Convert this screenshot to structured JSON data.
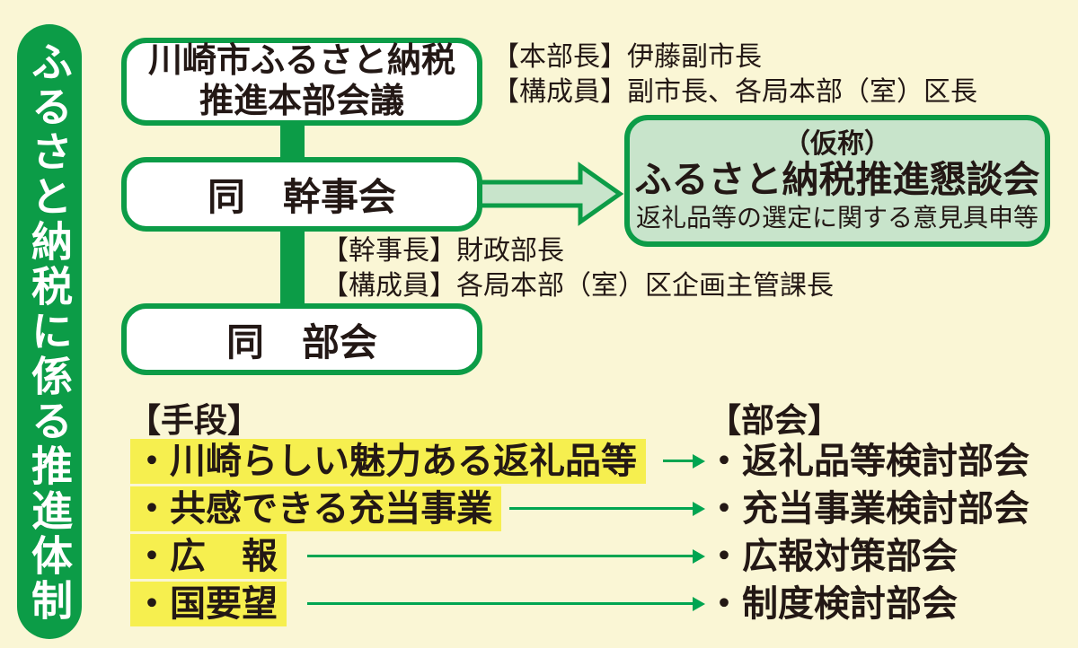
{
  "colors": {
    "background": "#FAF6D5",
    "green": "#0C9C47",
    "light_green": "#C8E4CB",
    "highlight_yellow": "#F6EF4F",
    "arrow_green": "#00A551",
    "text": "#231815"
  },
  "sidebar": {
    "title": "ふるさと納税に係る推進体制"
  },
  "org_chart": {
    "head_box": {
      "line1": "川崎市ふるさと納税",
      "line2": "推進本部会議"
    },
    "head_note": {
      "line1": "【本部長】伊藤副市長",
      "line2": "【構成員】副市長、各局本部（室）区長"
    },
    "secretariat_box": {
      "label": "同　幹事会"
    },
    "secretariat_note": {
      "line1": "【幹事長】財政部長",
      "line2": "【構成員】各局本部（室）区企画主管課長"
    },
    "subcommittee_box": {
      "label": "同　部会"
    },
    "council_box": {
      "pre_title": "（仮称）",
      "title": "ふるさと納税推進懇談会",
      "subtitle": "返礼品等の選定に関する意見具申等"
    }
  },
  "mapping": {
    "left_header": "【手段】",
    "right_header": "【部会】",
    "rows": [
      {
        "left": "・川崎らしい魅力ある返礼品等",
        "right": "・返礼品等検討部会"
      },
      {
        "left": "・共感できる充当事業",
        "right": "・充当事業検討部会"
      },
      {
        "left": "・広　報",
        "right": "・広報対策部会"
      },
      {
        "left": "・国要望",
        "right": "・制度検討部会"
      }
    ]
  }
}
